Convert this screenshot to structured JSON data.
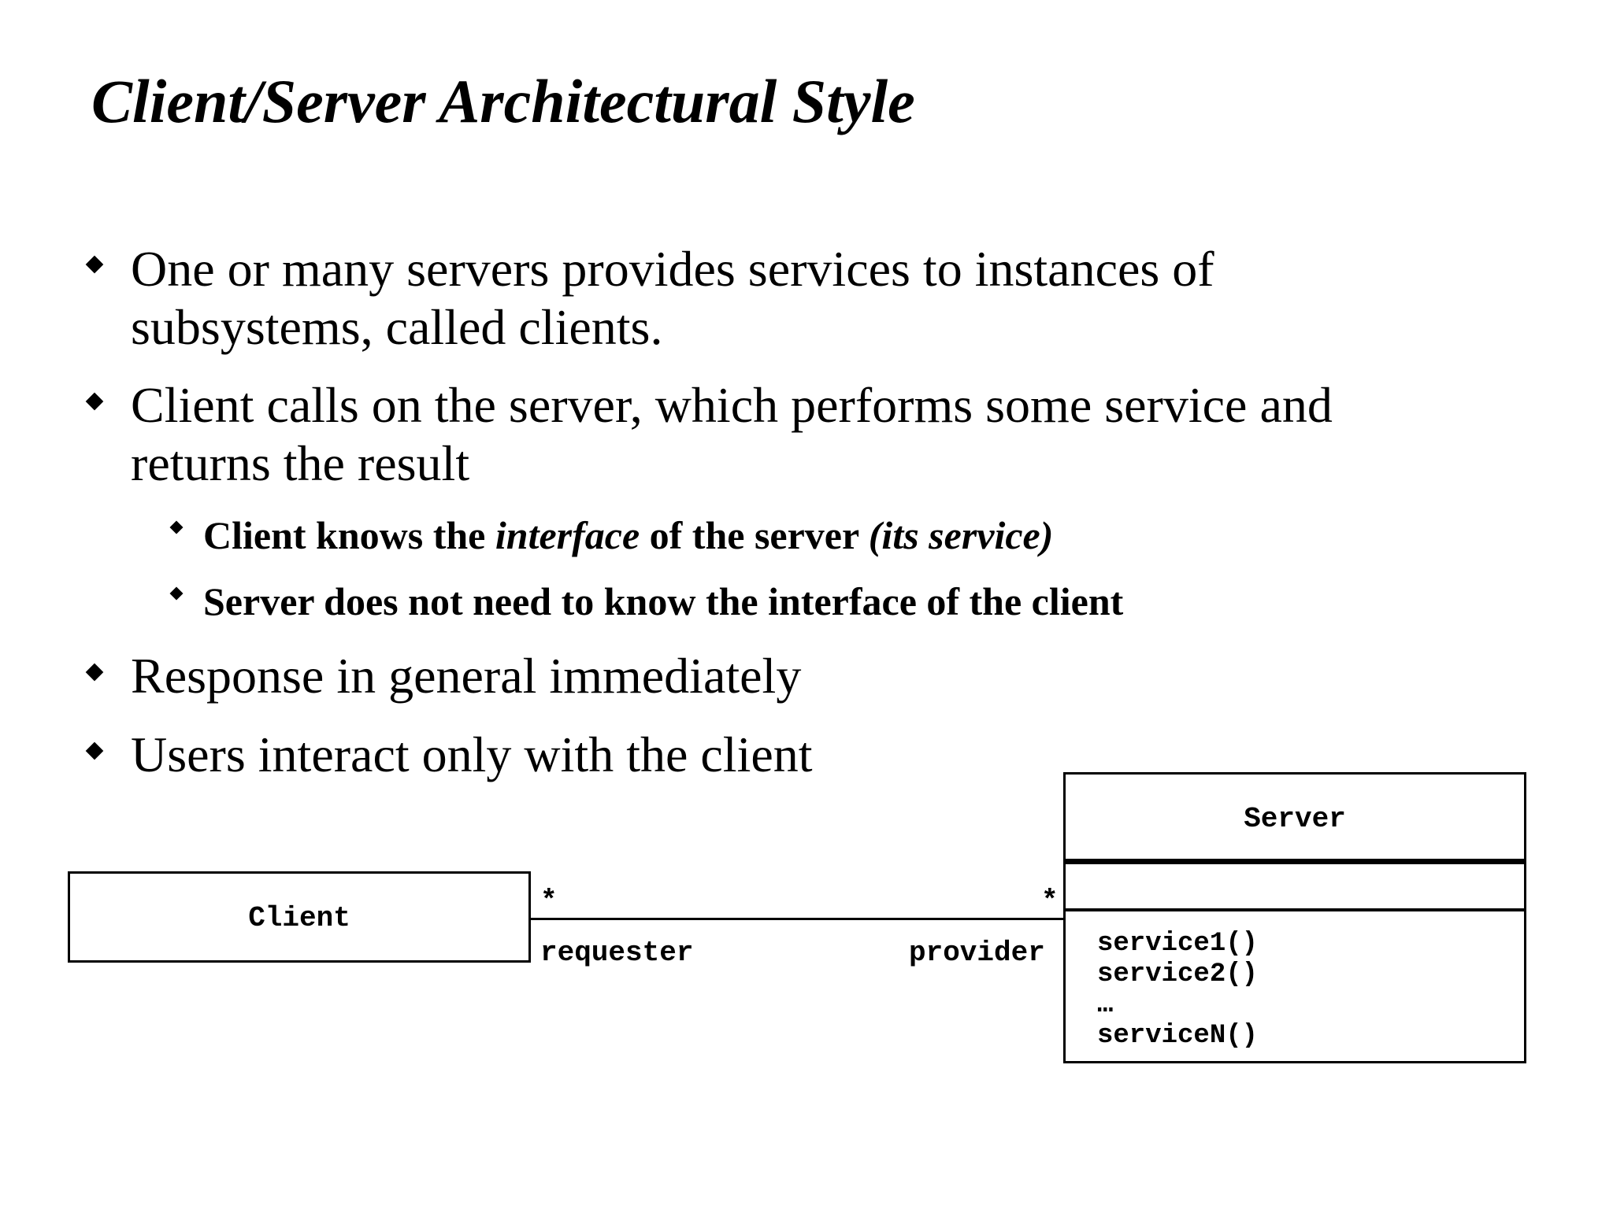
{
  "title": "Client/Server Architectural Style",
  "bullets": [
    {
      "line1": "One or many servers provides services to instances of",
      "line2": "subsystems, called clients."
    },
    {
      "line1": "Client calls on the server, which performs some service and",
      "line2": "returns the result"
    },
    {
      "line1": "Response in general immediately"
    },
    {
      "line1": "Users interact only with the client"
    }
  ],
  "sub_bullets": [
    {
      "part1": "Client knows the ",
      "part2_italic": "interface",
      "part3": " of the server ",
      "part4_italic": "(its service)"
    },
    {
      "text": "Server does not need to know the interface of the client"
    }
  ],
  "diagram": {
    "client_label": "Client",
    "server_label": "Server",
    "client_multiplicity": "*",
    "server_multiplicity": "*",
    "client_role": "requester",
    "server_role": "provider",
    "server_operations": [
      "service1()",
      "service2()",
      "…",
      "serviceN()"
    ]
  }
}
